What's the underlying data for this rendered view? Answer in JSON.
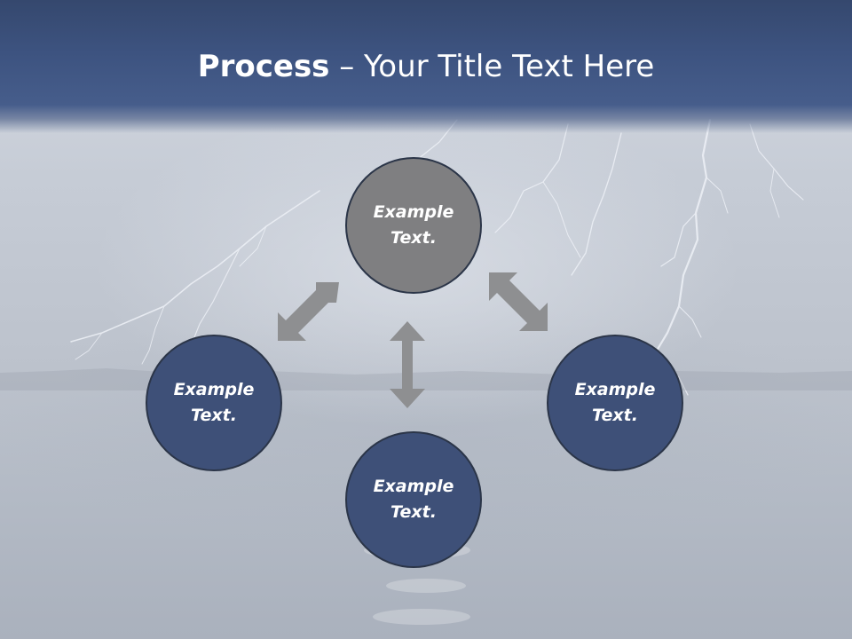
{
  "title": {
    "bold": "Process",
    "rest": " – Your Title Text Here"
  },
  "nodes": {
    "top": "Example Text.",
    "left": "Example Text.",
    "right": "Example Text.",
    "bottom": "Example Text."
  },
  "colors": {
    "header": "#3d5380",
    "node_blue": "#3e5078",
    "node_gray": "#7f7f81",
    "arrow": "#8e8f91"
  }
}
